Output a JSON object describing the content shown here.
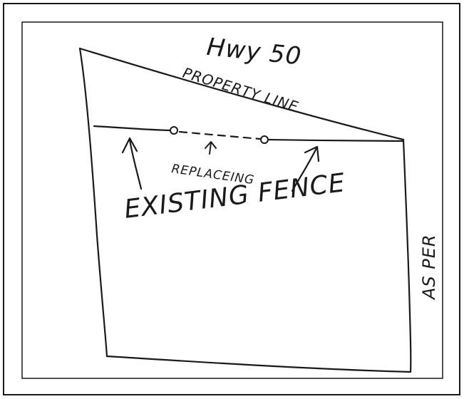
{
  "sketch": {
    "road_label": "Hwy 50",
    "property_line_label": "PROPERTY LINE",
    "replacing_label": "REPLACEING",
    "existing_fence_label": "EXISTING FENCE",
    "side_label": "AS PER"
  },
  "colors": {
    "ink": "#1a1a1a",
    "paper": "#ffffff"
  }
}
